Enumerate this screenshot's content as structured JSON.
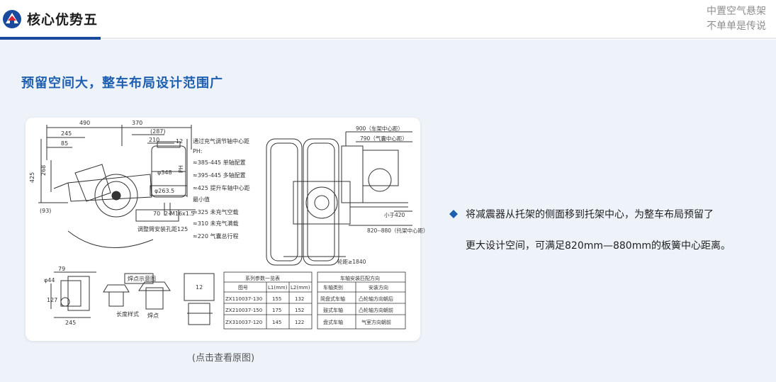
{
  "header": {
    "title": "核心优势五",
    "tagline_line1": "中置空气悬架",
    "tagline_line2": "不单单是传说",
    "logo_icon": "brand-logo-icon",
    "accent_color": "#1a4a9e"
  },
  "section": {
    "subtitle": "预留空间大，整车布局设计范围广",
    "subtitle_color": "#1e5fb0"
  },
  "figure": {
    "caption": "(点击查看原图)",
    "drawing": {
      "dims_top": [
        "490",
        "370",
        "245",
        "85",
        "(287)",
        "210",
        "12"
      ],
      "dims_left": [
        "425",
        "268",
        "(93)"
      ],
      "dims_mid": [
        "φ348",
        "φ263.5",
        "70",
        "2-M16x1.5",
        "调整臂安装孔距125"
      ],
      "notes_title": "通过充气调节轴中心距",
      "notes_ph": "PH:",
      "notes": [
        "≈385-445  单轴配置",
        "≈395-445  多轴配置",
        "≈425 提升车轴中心距",
        "最小值",
        "≈325  未充气空载",
        "≈310  未充气满载",
        "≈220  气囊总行程"
      ],
      "label_ph": "PH",
      "right_dims": [
        "900（车架中心距）",
        "790（气囊中心距）",
        "小于420",
        "820--880（托架中心距）",
        "轮距≥1840"
      ],
      "bottom_dims": [
        "79",
        "φ44",
        "127",
        "245",
        "12"
      ],
      "weld_title": "焊点示意图",
      "weld_length": "长度样式",
      "weld_point": "焊点",
      "param_table": {
        "title": "系列参数一览表",
        "headers": [
          "图号",
          "L1(mm)",
          "L2(mm)"
        ],
        "rows": [
          [
            "ZX110037-130",
            "155",
            "132"
          ],
          [
            "ZX210037-150",
            "175",
            "152"
          ],
          [
            "ZX310037-120",
            "145",
            "122"
          ]
        ]
      },
      "axle_table": {
        "title": "车轴安装匹配方向",
        "headers": [
          "车轴类别",
          "安装方向"
        ],
        "rows": [
          [
            "简盘式车轴",
            "凸轮轴方向朝后"
          ],
          [
            "鼓式车轴",
            "凸轮轴方向朝前"
          ],
          [
            "盘式车轴",
            "气室方向朝前"
          ]
        ]
      }
    }
  },
  "description": {
    "line1": "将减震器从托架的侧面移到托架中心，为整车布局预留了",
    "line2": "更大设计空间，可满足820mm—880mm的板簧中心距离。",
    "bullet_icon": "diamond-bullet-icon",
    "bullet_color": "#1e5fb0"
  }
}
